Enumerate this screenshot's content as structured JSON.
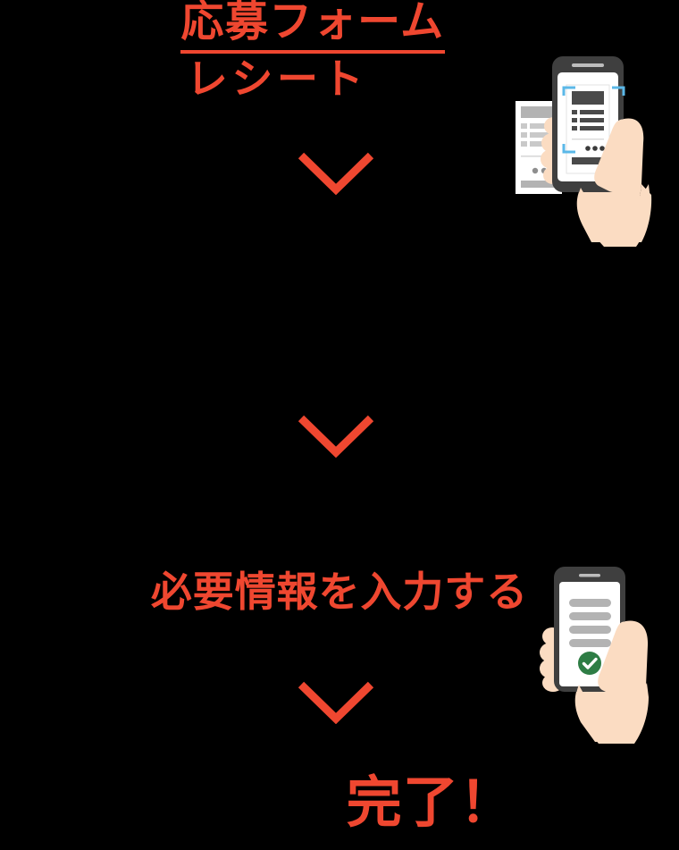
{
  "page": {
    "background_color": "#000000",
    "accent_color": "#EF4730"
  },
  "steps": [
    {
      "id": "receipt",
      "label": "レシート",
      "kind": "text"
    },
    {
      "id": "application-form",
      "label": "応募フォーム",
      "kind": "link",
      "underlined": true
    },
    {
      "id": "enter-required-info",
      "label": "必要情報を入力する",
      "kind": "text"
    },
    {
      "id": "complete",
      "label": "完了！",
      "kind": "text"
    }
  ],
  "arrows": [
    {
      "icon": "chevron-down-icon",
      "color": "#EF4730"
    },
    {
      "icon": "chevron-down-icon",
      "color": "#EF4730"
    },
    {
      "icon": "chevron-down-icon",
      "color": "#EF4730"
    }
  ],
  "illustrations": {
    "scan_receipt": {
      "name": "hand-holding-phone-scanning-receipt-illustration",
      "phone_body_color": "#3F3F3F",
      "screen_color": "#FFFFFF",
      "skin_color": "#FBDCC2",
      "scan_bracket_color": "#5BB8E8",
      "receipt_bar_color": "#B3B3B3",
      "document_bar_color": "#4A4A4A"
    },
    "form_complete": {
      "name": "hand-holding-phone-completed-form-illustration",
      "phone_body_color": "#3F3F3F",
      "screen_color": "#FFFFFF",
      "skin_color": "#FBDCC2",
      "field_bar_color": "#B3B3B3",
      "check_circle_color": "#2E7D45",
      "check_mark_color": "#FFFFFF"
    }
  }
}
